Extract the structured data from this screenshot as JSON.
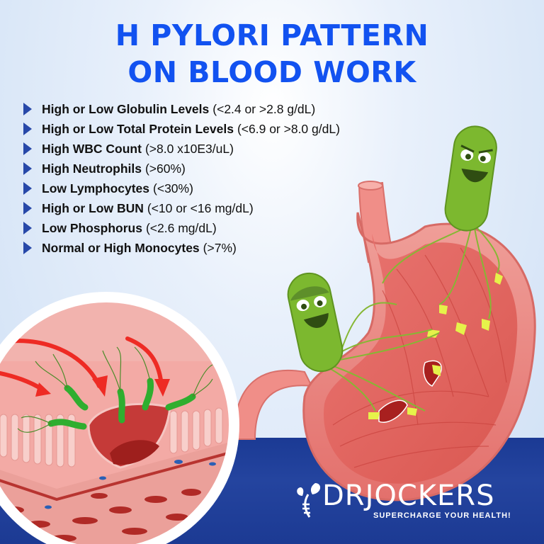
{
  "title": {
    "line1": "H PYLORI PATTERN",
    "line2": "ON BLOOD WORK"
  },
  "bullet_icon": "triangle-right-icon",
  "items": [
    {
      "label": "High or Low Globulin Levels",
      "value": "(<2.4 or >2.8 g/dL)"
    },
    {
      "label": "High or Low Total Protein Levels",
      "value": "(<6.9 or >8.0 g/dL)"
    },
    {
      "label": "High WBC Count",
      "value": "(>8.0 x10E3/uL)"
    },
    {
      "label": "High Neutrophils",
      "value": "(>60%)"
    },
    {
      "label": "Low Lymphocytes",
      "value": "(<30%)"
    },
    {
      "label": "High or Low BUN",
      "value": "(<10 or <16 mg/dL)"
    },
    {
      "label": "Low Phosphorus",
      "value": "(<2.6 mg/dL)"
    },
    {
      "label": "Normal or High Monocytes",
      "value": "(>7%)"
    }
  ],
  "illustrations": {
    "stomach": "stomach-with-h-pylori-bacteria",
    "closeup": "stomach-lining-ulcer-closeup"
  },
  "brand": {
    "name": "DRJOCKERS",
    "tagline": "SUPERCHARGE YOUR HEALTH!",
    "logo_icon": "leaf-dna-icon"
  },
  "colors": {
    "title": "#1252f0",
    "bullet": "#2748a9",
    "band": "#1f3e98",
    "bacteria": "#7cb82f",
    "tissue": "#e8807c"
  }
}
